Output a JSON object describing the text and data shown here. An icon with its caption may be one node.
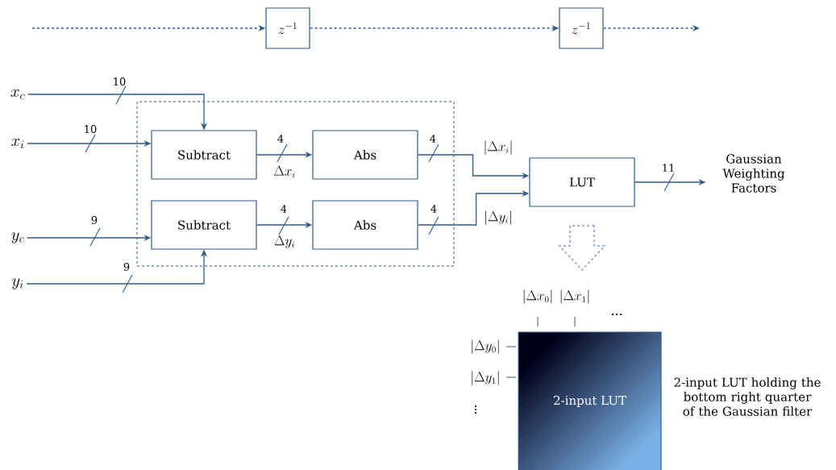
{
  "diagram": {
    "nodes": [
      {
        "text": [
          "z^{-1}"
        ]
      },
      {
        "text": [
          "z^{-1}"
        ]
      },
      {
        "text": [],
        "shape": "box"
      },
      {
        "text": [
          "Subtract"
        ],
        "in": 2
      },
      {
        "text": [
          "Abs"
        ],
        "in": 2
      },
      {
        "text": [
          "Subtract"
        ],
        "in": 2
      },
      {
        "text": [
          "Abs"
        ],
        "in": 2
      },
      {
        "text": [
          "LUT"
        ]
      },
      {
        "text": [
          "Gaussian Weighting Factors"
        ]
      },
      {
        "text": [
          "x_c"
        ]
      },
      {
        "text": [
          "x_i"
        ]
      },
      {
        "text": [
          "y_c"
        ]
      },
      {
        "text": [
          "y_i"
        ]
      },
      {
        "text": [
          "2-input LUT"
        ],
        "beside": [
          "2-input LUT holding the bottom right quarter of the Gaussian filter"
        ]
      }
    ],
    "edges": [
      {
        "from": null,
        "to": 0,
        "arrow": "to",
        "style": "dashed"
      },
      {
        "from": 0,
        "to": 1,
        "arrow": "to",
        "style": "dashed"
      },
      {
        "from": 1,
        "to": null,
        "arrow": "to",
        "style": "dashed"
      },
      {
        "from": 9,
        "to": 3,
        "arrow": "to",
        "label": "10"
      },
      {
        "from": 10,
        "to": 3,
        "arrow": "to",
        "label": "10"
      },
      {
        "from": 11,
        "to": 5,
        "arrow": "to",
        "label": "9"
      },
      {
        "from": 12,
        "to": 5,
        "arrow": "to",
        "label": "9"
      },
      {
        "from": 3,
        "to": 4,
        "arrow": "to",
        "label": "4"
      },
      {
        "from": 5,
        "to": 6,
        "arrow": "to",
        "label": "4"
      },
      {
        "from": 4,
        "to": 7,
        "arrow": "to",
        "label": "4"
      },
      {
        "from": 6,
        "to": 7,
        "arrow": "to",
        "label": "4"
      },
      {
        "from": 7,
        "to": 8,
        "arrow": "to",
        "label": "11"
      }
    ],
    "labels": [
      "\\Delta x_i",
      "\\Delta y_i",
      "|\\Delta x_i|",
      "|\\Delta y_i|",
      "|\\Delta x_0|",
      "|\\Delta x_1|",
      "...",
      "|\\Delta y_0|",
      "|\\Delta y_1|",
      "\\vdots"
    ]
  }
}
